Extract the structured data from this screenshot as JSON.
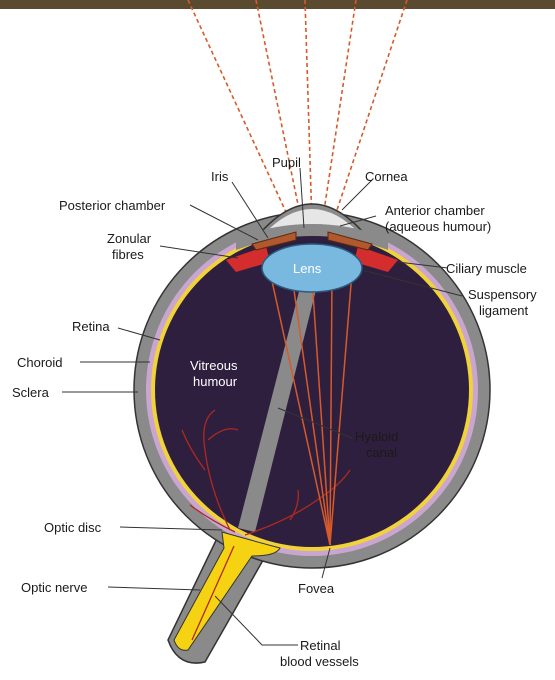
{
  "colors": {
    "vitreous": "#2e1f3f",
    "sclera": "#8a8a8a",
    "choroid": "#c9a6d1",
    "retina": "#f2d23a",
    "lens": "#79b9df",
    "iris": "#b0582e",
    "ciliary": "#d42d2d",
    "light_ray": "#d65a2a",
    "blood_vessel": "#b0281f",
    "optic_nerve": "#f5d312",
    "label_text": "#1a1a1a",
    "leader_line": "#333333",
    "photo_strip": "#5a4a30"
  },
  "labels": {
    "pupil": "Pupil",
    "iris": "Iris",
    "cornea": "Cornea",
    "posterior_chamber": "Posterior chamber",
    "anterior_chamber_1": "Anterior chamber",
    "anterior_chamber_2": "(aqueous humour)",
    "zonular_fibres_1": "Zonular",
    "zonular_fibres_2": "fibres",
    "ciliary_muscle": "Ciliary muscle",
    "lens": "Lens",
    "suspensory_ligament_1": "Suspensory",
    "suspensory_ligament_2": "ligament",
    "retina": "Retina",
    "choroid": "Choroid",
    "sclera": "Sclera",
    "vitreous_humour_1": "Vitreous",
    "vitreous_humour_2": "humour",
    "hyaloid_canal_1": "Hyaloid",
    "hyaloid_canal_2": "canal",
    "optic_disc": "Optic disc",
    "optic_nerve": "Optic nerve",
    "fovea": "Fovea",
    "retinal_vessels_1": "Retinal",
    "retinal_vessels_2": "blood vessels"
  }
}
